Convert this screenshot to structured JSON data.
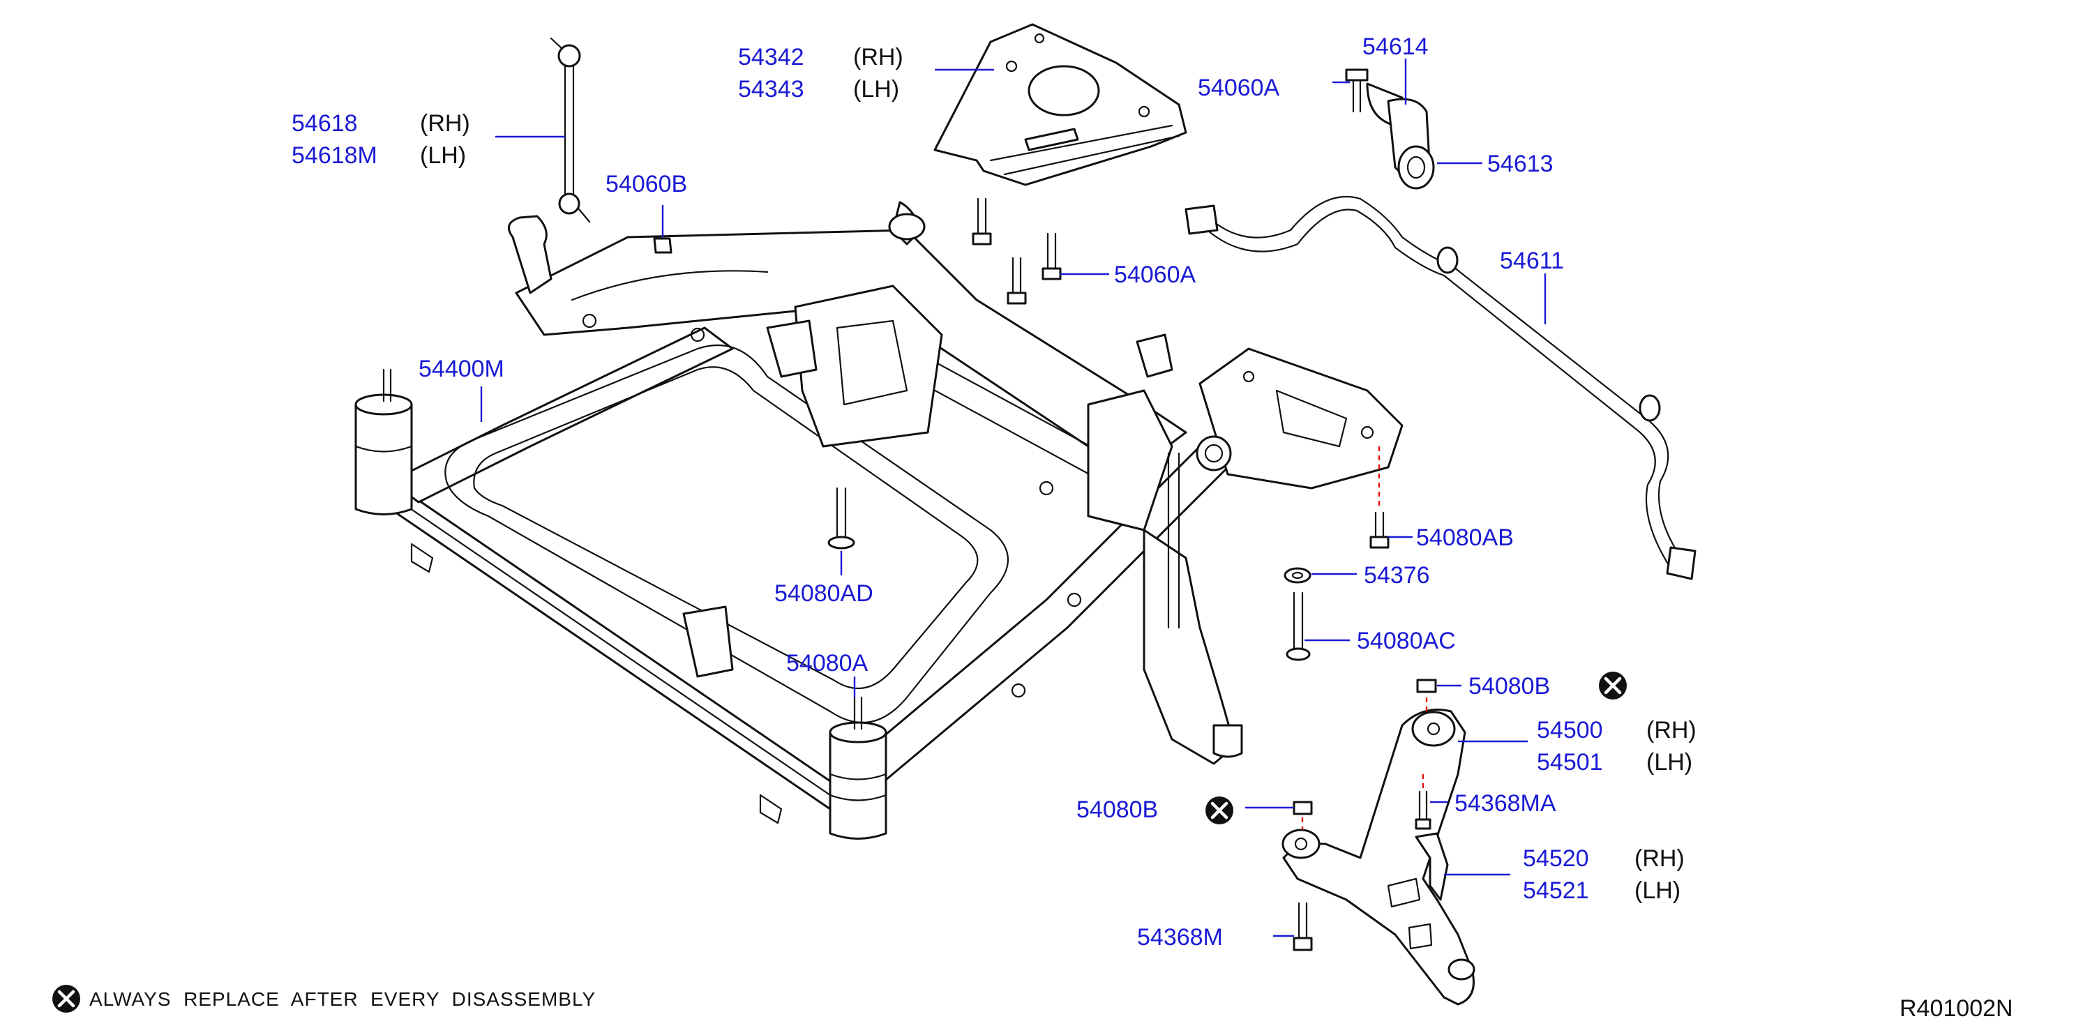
{
  "labels": {
    "p54618": "54618",
    "p54618M": "54618M",
    "rh1": "(RH)",
    "lh1": "(LH)",
    "p54342": "54342",
    "p54343": "54343",
    "rh2": "(RH)",
    "lh2": "(LH)",
    "p54060A_top": "54060A",
    "p54614": "54614",
    "p54613": "54613",
    "p54060B": "54060B",
    "p54060A_mid": "54060A",
    "p54611": "54611",
    "p54400M": "54400M",
    "p54080AB": "54080AB",
    "p54376": "54376",
    "p54080AD": "54080AD",
    "p54080AC": "54080AC",
    "p54080A": "54080A",
    "p54080B_right": "54080B",
    "p54500": "54500",
    "p54501": "54501",
    "rh3": "(RH)",
    "lh3": "(LH)",
    "p54368MA": "54368MA",
    "p54080B_left": "54080B",
    "p54520": "54520",
    "p54521": "54521",
    "rh4": "(RH)",
    "lh4": "(LH)",
    "p54368M": "54368M"
  },
  "legend": {
    "text": "ALWAYS  REPLACE  AFTER  EVERY  DISASSEMBLY"
  },
  "reference": "R401002N",
  "colors": {
    "part_number": "#1a1ad6",
    "dash": "#e01010",
    "outline": "#111111"
  },
  "icons": {
    "replace_marker": "circled-x-icon"
  }
}
